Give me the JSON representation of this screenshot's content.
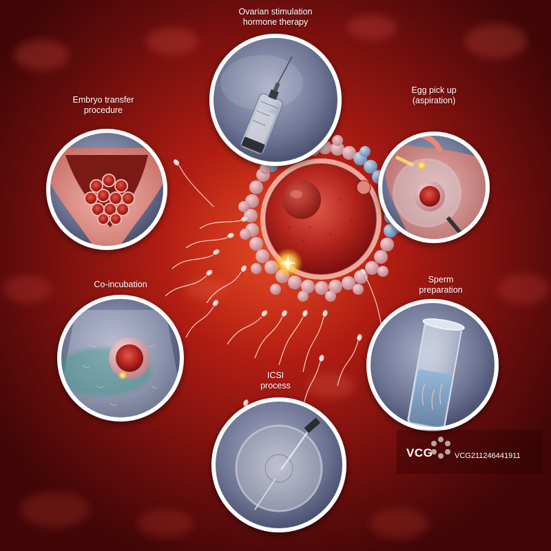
{
  "stages": {
    "ovarian": [
      "Ovarian stimulation",
      "hormone therapy"
    ],
    "egg_pickup": [
      "Egg pick up",
      "(aspiration)"
    ],
    "embryo_transfer": [
      "Embryo transfer",
      "procedure"
    ],
    "co_incubation": [
      "Co-incubation"
    ],
    "sperm_preparation": [
      "Sperm",
      "preparation"
    ],
    "icsi": [
      "ICSI",
      "process"
    ]
  },
  "watermark": {
    "logo": "VCG",
    "id": "VCG211246441911"
  },
  "colors": {
    "background": "#5a0a0a",
    "background_glow": "#d8321a",
    "circle_border": "#ffffff",
    "circle_fill": "#6f7a99",
    "egg_core": "#b8241f",
    "cumulus_cells": "#d7a0a4",
    "cumulus_blue": "#7c9dc4",
    "label_text": "#ffffff"
  }
}
